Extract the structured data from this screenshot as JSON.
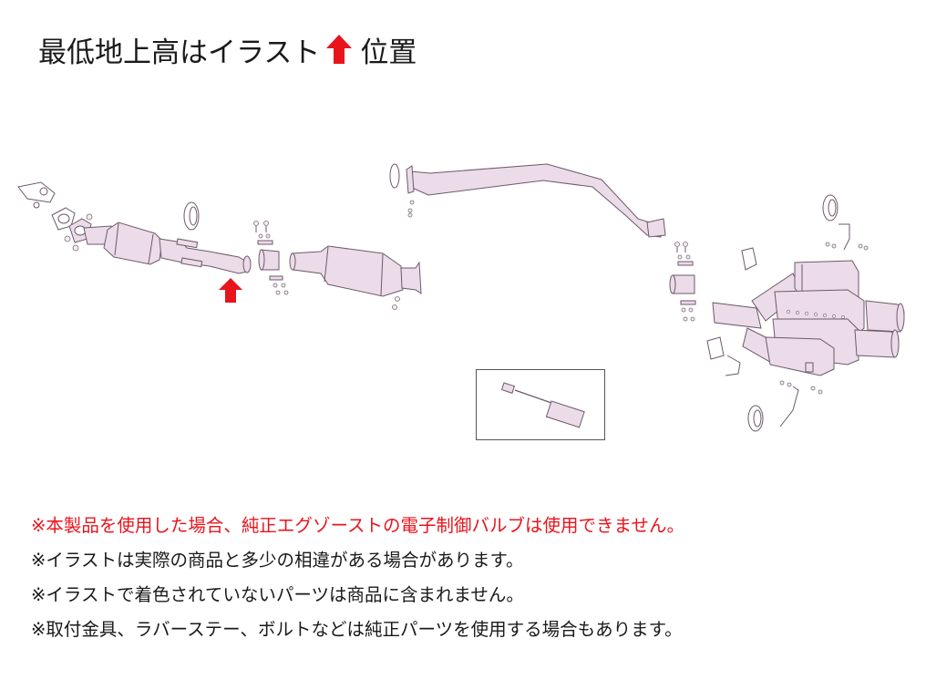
{
  "title": {
    "prefix": "最低地上高はイラスト",
    "arrow_icon": "red-up-arrow",
    "suffix": "位置"
  },
  "diagram": {
    "subject": "exhaust system exploded view",
    "parts": [
      "front-flange-gasket",
      "front-pipe-with-catalyzer",
      "rubber-hanger",
      "pipe-clamp",
      "center-pipe-with-resonator",
      "mid-pipe",
      "rear-muffler-with-quad-tail",
      "valve-controller-inset"
    ],
    "marker": {
      "icon": "red-up-arrow",
      "meaning": "最低地上高位置"
    },
    "colors": {
      "part_fill": "#ecdbe9",
      "part_stroke": "#6d5a6a",
      "arrow": "#e8141c",
      "inset_border": "#555555"
    }
  },
  "notes": [
    {
      "text": "※本製品を使用した場合、純正エグゾーストの電子制御バルブは使用できません。",
      "color": "#e8141c"
    },
    {
      "text": "※イラストは実際の商品と多少の相違がある場合があります。",
      "color": "#1a1a1a"
    },
    {
      "text": "※イラストで着色されていないパーツは商品に含まれません。",
      "color": "#1a1a1a"
    },
    {
      "text": "※取付金具、ラバーステー、ボルトなどは純正パーツを使用する場合もあります。",
      "color": "#1a1a1a"
    }
  ]
}
